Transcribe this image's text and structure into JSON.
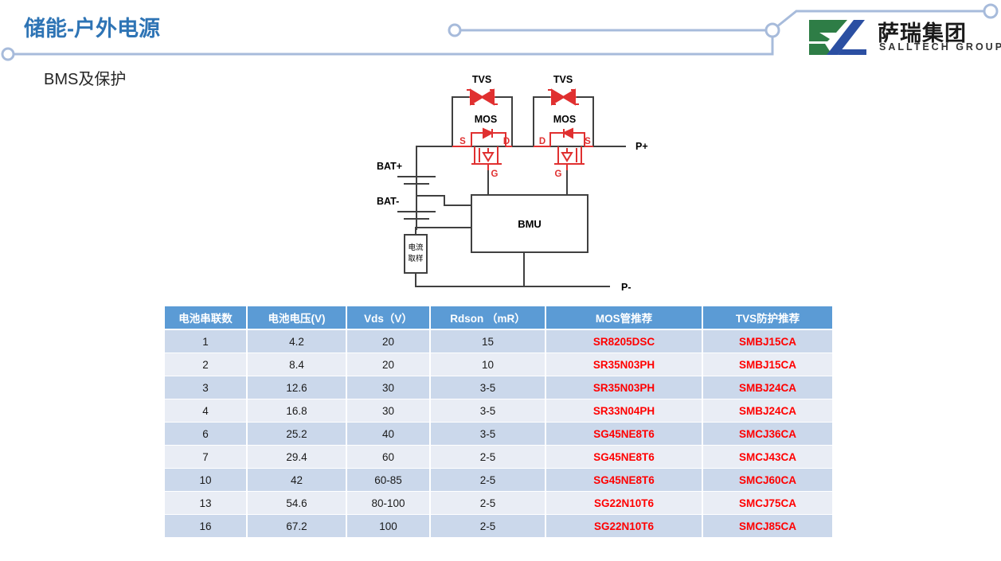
{
  "header": {
    "title": "储能-户外电源",
    "logo": {
      "mark_green": "#2E7D46",
      "mark_blue": "#2B4FA2",
      "name_cn": "萨瑞集团",
      "name_en": "SALLTECH GROUP"
    },
    "deco_color": "#A7BBDB"
  },
  "subtitle": "BMS及保护",
  "circuit": {
    "labels": {
      "tvs_left": "TVS",
      "tvs_right": "TVS",
      "mos_left": "MOS",
      "mos_right": "MOS",
      "s_left": "S",
      "d_left": "D",
      "g_left": "G",
      "d_right": "D",
      "s_right": "S",
      "g_right": "G",
      "bat_plus": "BAT+",
      "bat_minus": "BAT-",
      "p_plus": "P+",
      "p_minus": "P-",
      "bmu": "BMU",
      "shunt_line1": "电流",
      "shunt_line2": "取样"
    },
    "wire_color": "#404040",
    "device_color": "#E03030",
    "label_color": "#000000"
  },
  "table": {
    "header_bg": "#5B9BD5",
    "row_odd_bg": "#CBD8EB",
    "row_even_bg": "#E9EDF5",
    "part_color": "#FF0000",
    "columns": [
      "电池串联数",
      "电池电压(V)",
      "Vds（V）",
      "Rdson （mR）",
      "MOS管推荐",
      "TVS防护推荐"
    ],
    "rows": [
      {
        "cells": [
          "1",
          "4.2",
          "20",
          "15",
          "SR8205DSC",
          "SMBJ15CA"
        ]
      },
      {
        "cells": [
          "2",
          "8.4",
          "20",
          "10",
          "SR35N03PH",
          "SMBJ15CA"
        ]
      },
      {
        "cells": [
          "3",
          "12.6",
          "30",
          "3-5",
          "SR35N03PH",
          "SMBJ24CA"
        ]
      },
      {
        "cells": [
          "4",
          "16.8",
          "30",
          "3-5",
          "SR33N04PH",
          "SMBJ24CA"
        ]
      },
      {
        "cells": [
          "6",
          "25.2",
          "40",
          "3-5",
          "SG45NE8T6",
          "SMCJ36CA"
        ]
      },
      {
        "cells": [
          "7",
          "29.4",
          "60",
          "2-5",
          "SG45NE8T6",
          "SMCJ43CA"
        ]
      },
      {
        "cells": [
          "10",
          "42",
          "60-85",
          "2-5",
          "SG45NE8T6",
          "SMCJ60CA"
        ]
      },
      {
        "cells": [
          "13",
          "54.6",
          "80-100",
          "2-5",
          "SG22N10T6",
          "SMCJ75CA"
        ]
      },
      {
        "cells": [
          "16",
          "67.2",
          "100",
          "2-5",
          "SG22N10T6",
          "SMCJ85CA"
        ]
      }
    ]
  }
}
